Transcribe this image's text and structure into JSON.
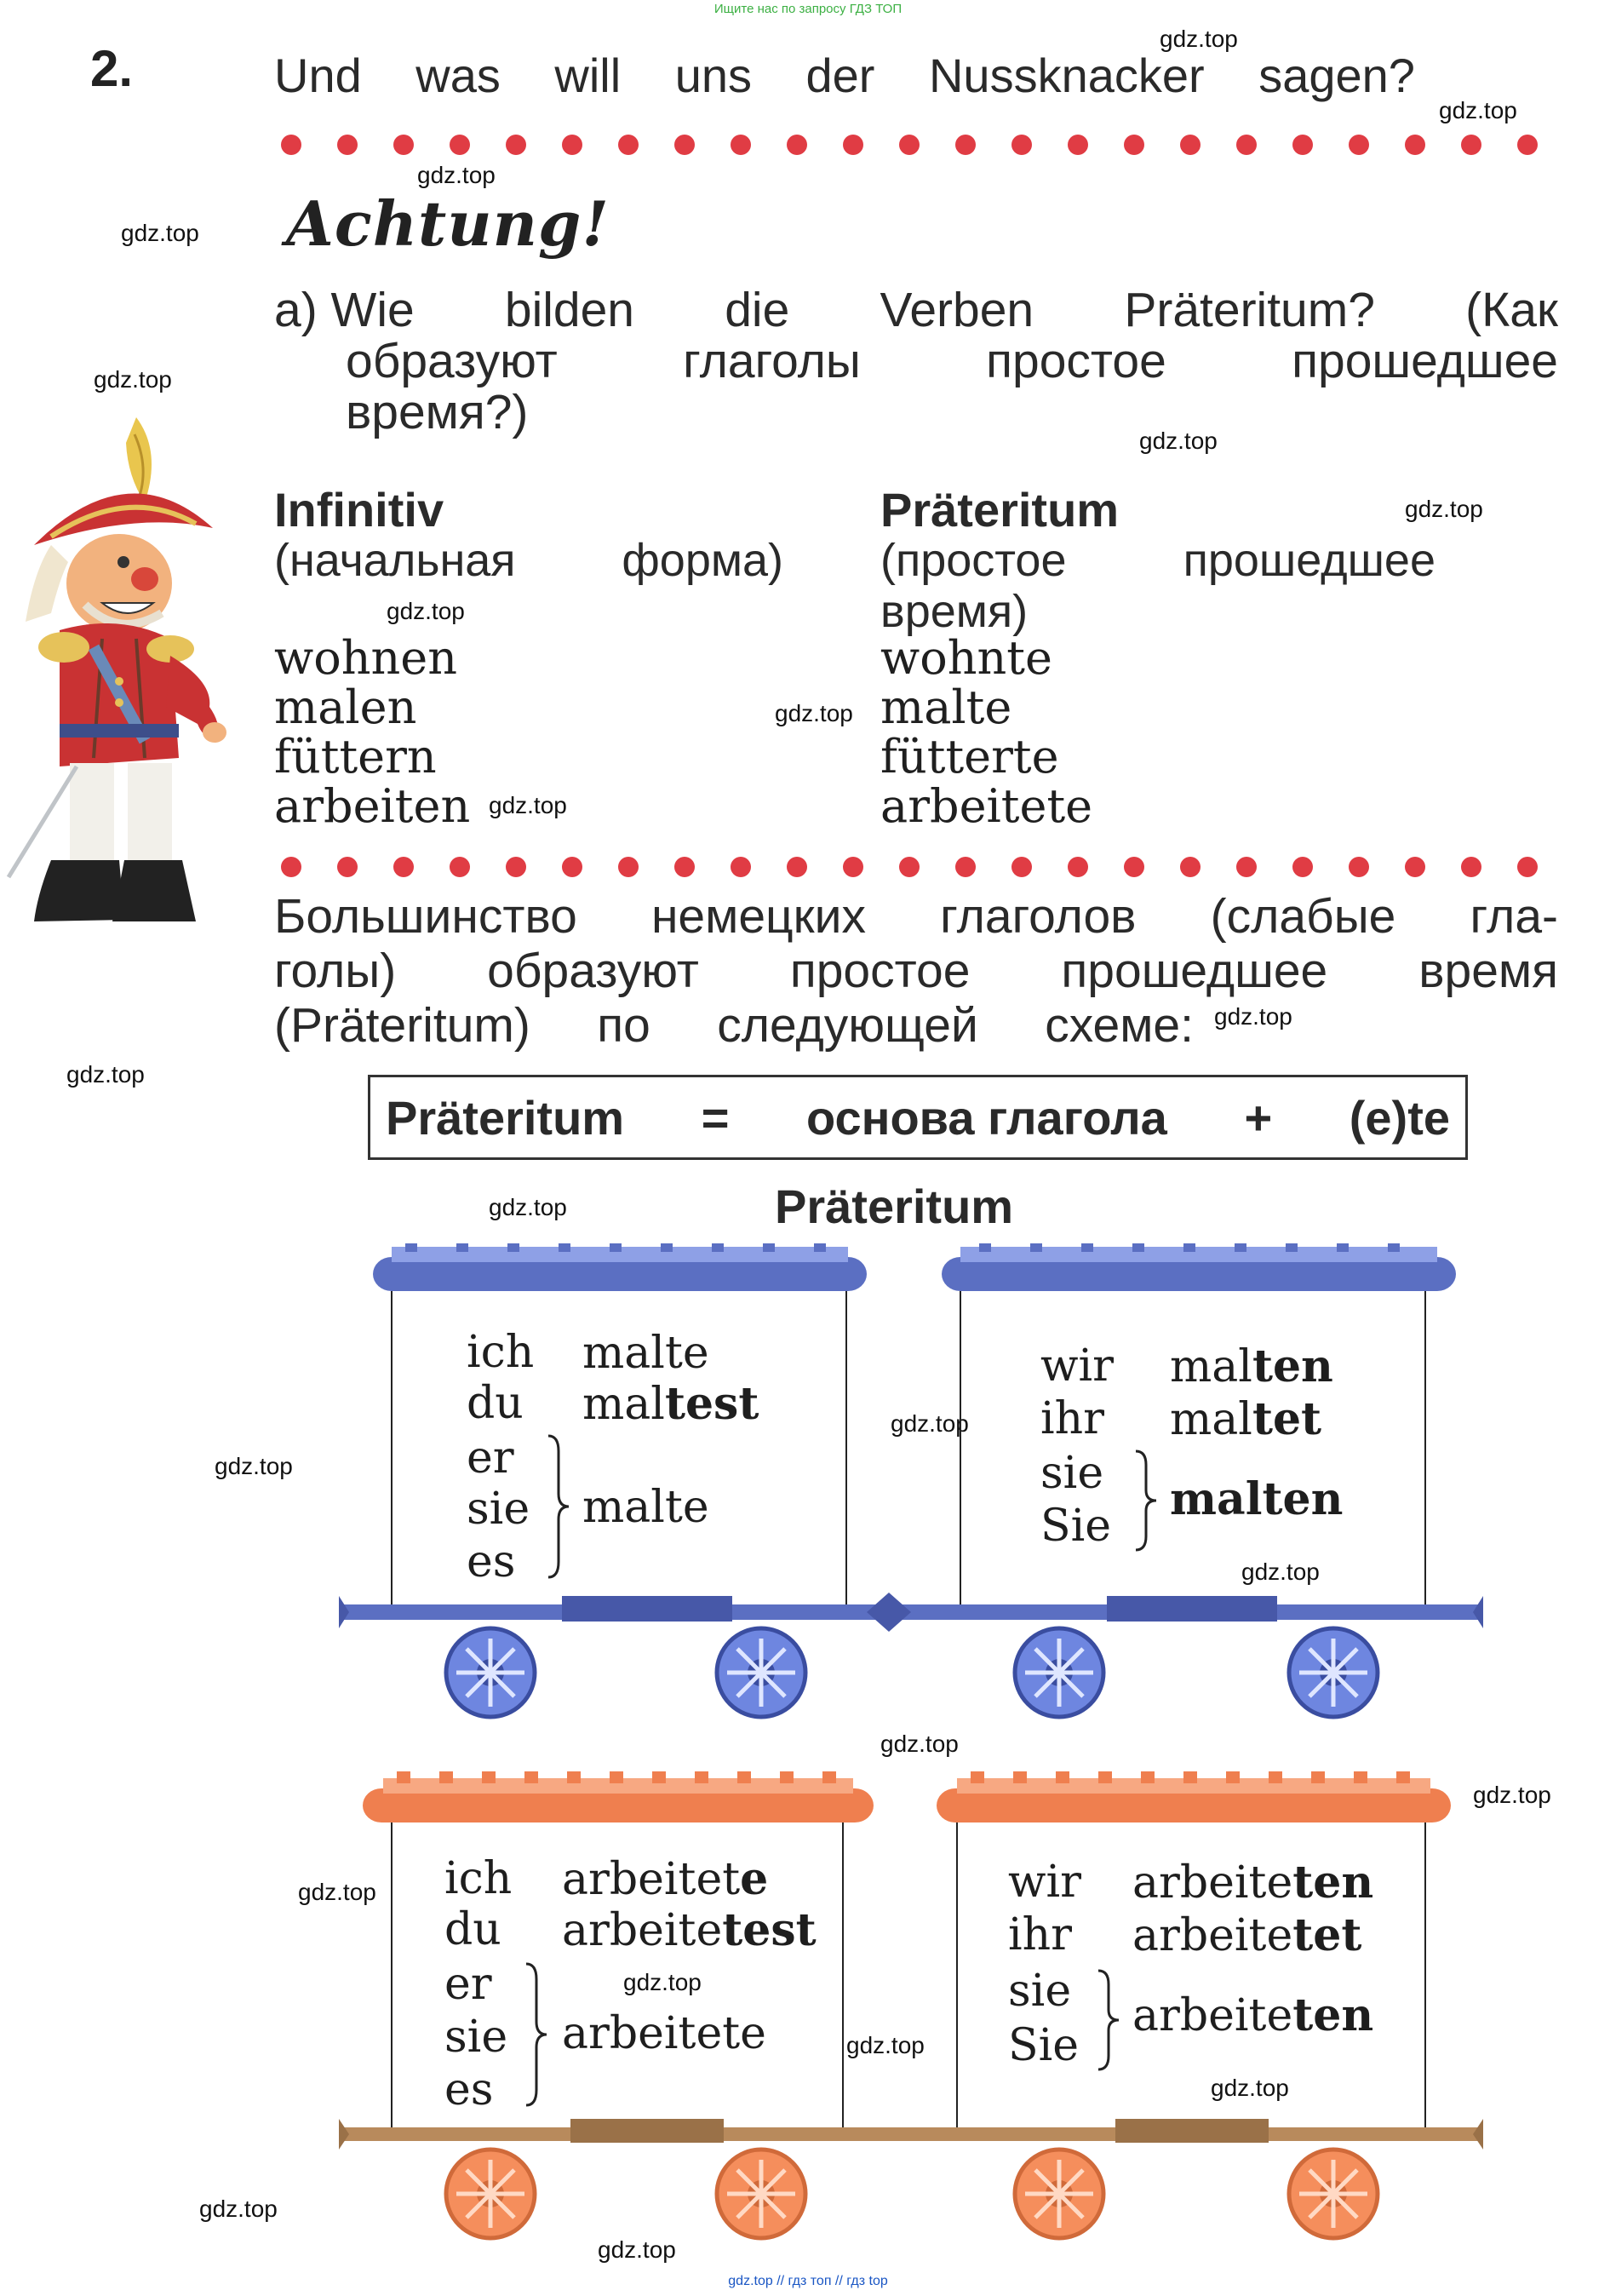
{
  "header_note": "Ищите нас по запросу ГДЗ ТОП",
  "footer_note": "gdz.top // гдз топ // гдз top",
  "watermark": "gdz.top",
  "exercise": {
    "number": "2.",
    "title_words": [
      "Und",
      "was",
      "will",
      "uns",
      "der",
      "Nussknacker",
      "sagen?"
    ]
  },
  "achtung": "Achtung!",
  "question": {
    "line1_words": [
      "a) Wie",
      "bilden",
      "die",
      "Verben",
      "Präteritum?",
      "(Как"
    ],
    "line2_words": [
      "образуют",
      "глаголы",
      "простое",
      "прошедшее"
    ],
    "line3": "время?)"
  },
  "table": {
    "left_header": "Infinitiv",
    "left_sub_words": [
      "(начальная",
      "форма)"
    ],
    "right_header": "Präteritum",
    "right_sub_line1_words": [
      "(простое",
      "прошедшее"
    ],
    "right_sub_line2": "время)",
    "infinitives": [
      "wohnen",
      "malen",
      "füttern",
      "arbeiten"
    ],
    "preterites": [
      "wohnte",
      "malte",
      "fütterte",
      "arbeitete"
    ]
  },
  "rule": {
    "line1_words": [
      "Большинство",
      "немецких",
      "глаголов",
      "(слабые",
      "гла-"
    ],
    "line2_words": [
      "голы)",
      "образуют",
      "простое",
      "прошедшее",
      "время"
    ],
    "line3_words": [
      "(Präteritum)",
      "по",
      "следующей",
      "схеме:"
    ]
  },
  "formula_parts": [
    "Präteritum",
    "=",
    "основа глагола",
    "+",
    "(e)te"
  ],
  "trains_heading": "Präteritum",
  "blue_train": {
    "singular": {
      "pronouns": [
        "ich",
        "du",
        "er",
        "sie",
        "es"
      ],
      "ich_stem": "malte",
      "ich_end": "",
      "du_stem": "mal",
      "du_end": "test",
      "group_form": "malte"
    },
    "plural": {
      "pronouns": [
        "wir",
        "ihr",
        "sie",
        "Sie"
      ],
      "wir_stem": "mal",
      "wir_end": "ten",
      "ihr_stem": "mal",
      "ihr_end": "tet",
      "group_form": "malten"
    }
  },
  "orange_train": {
    "singular": {
      "pronouns": [
        "ich",
        "du",
        "er",
        "sie",
        "es"
      ],
      "ich_stem": "arbeitet",
      "ich_end": "e",
      "du_stem": "arbeite",
      "du_end": "test",
      "group_form": "arbeitete"
    },
    "plural": {
      "pronouns": [
        "wir",
        "ihr",
        "sie",
        "Sie"
      ],
      "wir_stem": "arbeite",
      "wir_end": "ten",
      "ihr_stem": "arbeite",
      "ihr_end": "tet",
      "group_stem": "arbeite",
      "group_end": "ten"
    }
  },
  "colors": {
    "dot_red": "#e03c44",
    "blue_wagon": "#5b6fc2",
    "blue_wheel": "#6e86e0",
    "orange_wagon": "#ef7f4f",
    "orange_wheel": "#f58e5c",
    "rail_brown": "#b88a5c"
  },
  "icons": [
    "nutcracker-illustration",
    "wheel-icon"
  ]
}
